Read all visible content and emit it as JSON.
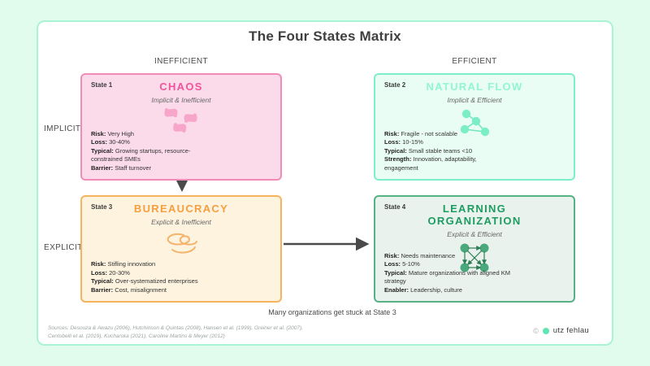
{
  "title": "The Four States Matrix",
  "axes": {
    "col_left": "INEFFICIENT",
    "col_right": "EFFICIENT",
    "row_top": "IMPLICIT",
    "row_bottom": "EXPLICIT"
  },
  "states": [
    {
      "label": "State 1",
      "title": "CHAOS",
      "subtitle": "Implicit & Inefficient",
      "icon": "chaos-blobs-icon",
      "colors": {
        "fill": "#fbdbe9",
        "border": "#f18cb9",
        "title": "#f2549c",
        "icon": "#f7a6c9"
      },
      "stats": [
        {
          "label": "Risk:",
          "value": "Very High"
        },
        {
          "label": "Loss:",
          "value": "30-40%"
        },
        {
          "label": "Typical:",
          "value": "Growing startups, resource-constrained SMEs"
        },
        {
          "label": "Barrier:",
          "value": "Staff turnover"
        }
      ]
    },
    {
      "label": "State 2",
      "title": "NATURAL FLOW",
      "subtitle": "Implicit & Efficient",
      "icon": "network-nodes-icon",
      "colors": {
        "fill": "#e9fdf5",
        "border": "#7feccb",
        "title": "#92f5d4",
        "icon": "#7beec7"
      },
      "stats": [
        {
          "label": "Risk:",
          "value": "Fragile - not scalable"
        },
        {
          "label": "Loss:",
          "value": "10-15%"
        },
        {
          "label": "Typical:",
          "value": "Small stable teams <10"
        },
        {
          "label": "Strength:",
          "value": "Innovation, adaptability, engagement"
        }
      ]
    },
    {
      "label": "State 3",
      "title": "BUREAUCRACY",
      "subtitle": "Explicit & Inefficient",
      "icon": "spiral-icon",
      "colors": {
        "fill": "#fdf3df",
        "border": "#f6b45e",
        "title": "#f59f40",
        "icon": "#f5b36b"
      },
      "stats": [
        {
          "label": "Risk:",
          "value": "Stifling innovation"
        },
        {
          "label": "Loss:",
          "value": "20-30%"
        },
        {
          "label": "Typical:",
          "value": "Over-systematized enterprises"
        },
        {
          "label": "Barrier:",
          "value": "Cost, misalignment"
        }
      ]
    },
    {
      "label": "State 4",
      "title": "LEARNING ORGANIZATION",
      "subtitle": "Explicit & Efficient",
      "icon": "connected-square-icon",
      "colors": {
        "fill": "#eaf2ee",
        "border": "#55b186",
        "title": "#1d9c60",
        "icon": "#4aa97c"
      },
      "stats": [
        {
          "label": "Risk:",
          "value": "Needs maintenance"
        },
        {
          "label": "Loss:",
          "value": "5-10%"
        },
        {
          "label": "Typical:",
          "value": "Mature organizations with aligned KM strategy"
        },
        {
          "label": "Enabler:",
          "value": "Leadership, culture"
        }
      ]
    }
  ],
  "footer": {
    "note": "Many organizations get stuck at State 3",
    "sources_line1": "Sources: Desouza & Awazu (2006), Hutchinson & Quintas (2008), Hansen et al. (1999), Greiner et al. (2007),",
    "sources_line2": "Centobelli et al. (2019), Kucharska (2021), Caroline Martins & Meyer (2012)",
    "brand": {
      "copyright": "©",
      "name": "utz fehlau"
    }
  },
  "theme": {
    "page_bg": "#e1fbec",
    "panel_bg": "#ffffff",
    "panel_border": "#a9f4d4",
    "arrow": "#4a4a4a",
    "brand_dot": "#5fe5b0"
  }
}
